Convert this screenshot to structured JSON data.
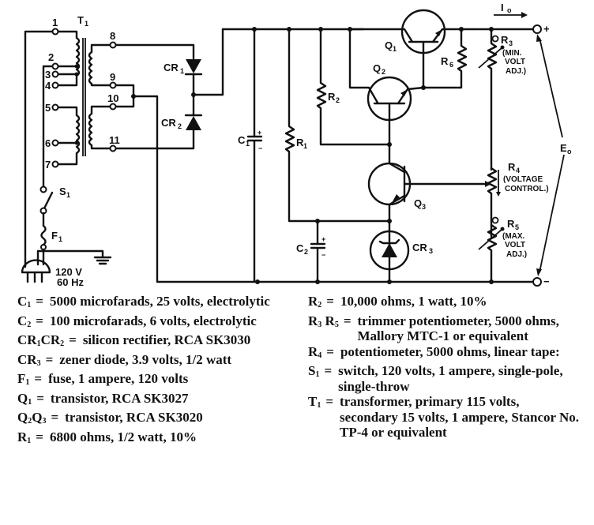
{
  "figure": {
    "type": "schematic",
    "title": "Regulated DC power supply",
    "labels": {
      "T1": "T",
      "T1_sub": "1",
      "taps": [
        "1",
        "2",
        "3",
        "4",
        "5",
        "6",
        "7",
        "8",
        "9",
        "10",
        "11"
      ],
      "CR1": "CR",
      "CR1_sub": "1",
      "CR2": "CR",
      "CR2_sub": "2",
      "CR3": "CR",
      "CR3_sub": "3",
      "C1": "C",
      "C1_sub": "1",
      "C2": "C",
      "C2_sub": "2",
      "R1": "R",
      "R1_sub": "1",
      "R2": "R",
      "R2_sub": "2",
      "R3": "R",
      "R3_sub": "3",
      "R4": "R",
      "R4_sub": "4",
      "R5": "R",
      "R5_sub": "5",
      "R6": "R",
      "R6_sub": "6",
      "Q1": "Q",
      "Q1_sub": "1",
      "Q2": "Q",
      "Q2_sub": "2",
      "Q3": "Q",
      "Q3_sub": "3",
      "S1": "S",
      "S1_sub": "1",
      "F1": "F",
      "F1_sub": "1",
      "Io": "I",
      "Io_sub": "o",
      "Eo": "E",
      "Eo_sub": "o",
      "plus": "+",
      "minus": "−",
      "cap_plus": "+",
      "cap_minus": "−",
      "mains_voltage": "120 V",
      "mains_freq": "60 Hz",
      "R3_note": [
        "(MIN.",
        "VOLT",
        "ADJ.)"
      ],
      "R4_note": [
        "(VOLTAGE",
        "CONTROL.)"
      ],
      "R5_note": [
        "(MAX.",
        "VOLT",
        "ADJ.)"
      ]
    }
  },
  "parts_list": {
    "left": [
      {
        "symbol": "C",
        "sub": "1",
        "description": "5000 microfarads, 25 volts, electrolytic"
      },
      {
        "symbol": "C",
        "sub": "2",
        "description": "100 microfarads, 6 volts, electrolytic"
      },
      {
        "symbol": "CR",
        "sub": "1",
        "symbol2": "CR",
        "sub2": "2",
        "description": "silicon rectifier, RCA SK3030"
      },
      {
        "symbol": "CR",
        "sub": "3",
        "description": "zener diode, 3.9 volts, 1/2 watt"
      },
      {
        "symbol": "F",
        "sub": "1",
        "description": "fuse, 1 ampere, 120 volts"
      },
      {
        "symbol": "Q",
        "sub": "1",
        "description": "transistor, RCA SK3027"
      },
      {
        "symbol": "Q",
        "sub": "2",
        "symbol2": "Q",
        "sub2": "3",
        "description": "transistor, RCA SK3020"
      },
      {
        "symbol": "R",
        "sub": "1",
        "description": "6800 ohms, 1/2 watt, 10%"
      }
    ],
    "right": [
      {
        "symbol": "R",
        "sub": "2",
        "description": "10,000 ohms, 1 watt, 10%"
      },
      {
        "symbol": "R",
        "sub": "3",
        "symbol2": " R",
        "sub2": "5",
        "description": "trimmer potentiometer, 5000 ohms, Mallory MTC-1 or equivalent"
      },
      {
        "symbol": "R",
        "sub": "4",
        "description": "potentiometer, 5000 ohms, linear tape:"
      },
      {
        "symbol": "S",
        "sub": "1",
        "description": "switch, 120 volts, 1 ampere, single-pole, single-throw"
      },
      {
        "symbol": "T",
        "sub": "1",
        "description": "transformer, primary 115 volts, secondary 15 volts, 1 ampere, Stancor No. TP-4 or equivalent"
      }
    ],
    "equals": "="
  }
}
